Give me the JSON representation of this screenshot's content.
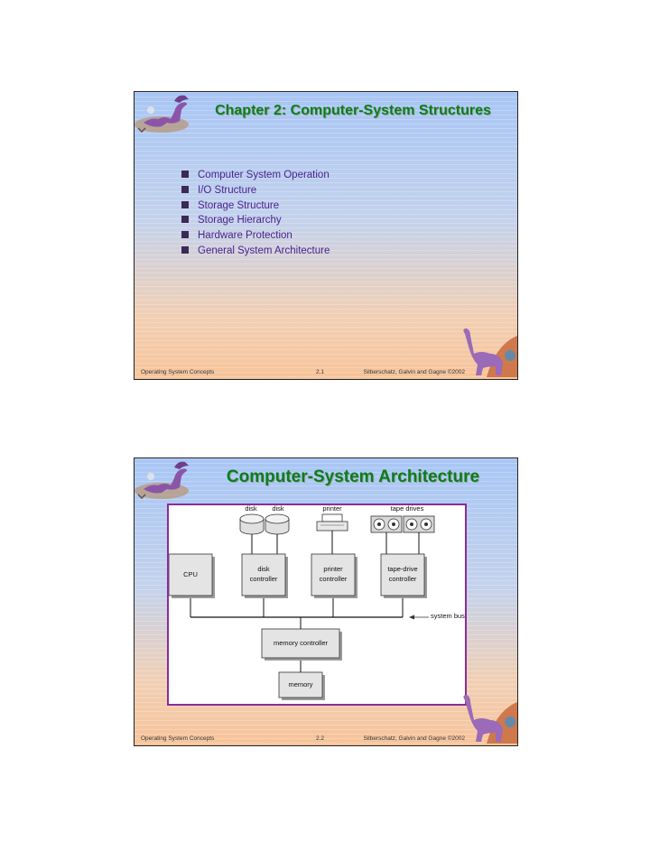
{
  "slides": [
    {
      "title": "Chapter 2:  Computer-System Structures",
      "bullets": [
        "Computer System Operation",
        "I/O Structure",
        "Storage Structure",
        "Storage Hierarchy",
        "Hardware Protection",
        "General System Architecture"
      ],
      "footer": {
        "left": "Operating System Concepts",
        "center": "2.1",
        "right": "Silberschatz, Galvin and  Gagne ©2002"
      }
    },
    {
      "title": "Computer-System Architecture",
      "diagram": {
        "devices": {
          "disk1": "disk",
          "disk2": "disk",
          "printer": "printer",
          "tape": "tape drives"
        },
        "boxes": {
          "cpu": "CPU",
          "disk_controller": [
            "disk",
            "controller"
          ],
          "printer_controller": [
            "printer",
            "controller"
          ],
          "tape_controller": [
            "tape-drive",
            "controller"
          ],
          "memory_controller": "memory controller",
          "memory": "memory"
        },
        "bus_label": "system bus"
      },
      "footer": {
        "left": "Operating System Concepts",
        "center": "2.2",
        "right": "Silberschatz, Galvin and  Gagne ©2002"
      }
    }
  ],
  "colors": {
    "title": "#0b7c1f",
    "bullet_text": "#4a1f8f",
    "diagram_border": "#8a2c9a"
  }
}
